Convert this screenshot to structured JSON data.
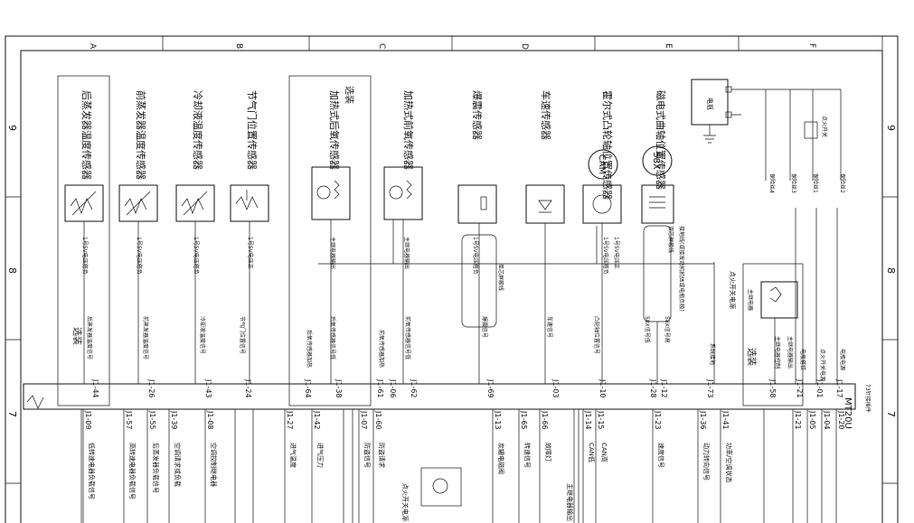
{
  "border": {
    "columns": [
      "A",
      "B",
      "C",
      "D",
      "E",
      "F"
    ],
    "rows": [
      "9",
      "8",
      "7"
    ]
  },
  "sensors": [
    {
      "id": "rear-evap",
      "name": "后蒸发器温度传感器",
      "ground": "1号5V电压搭负",
      "pin": "J1-44",
      "signal": "后蒸发器温度信号"
    },
    {
      "id": "front-evap",
      "name": "前蒸发器温度传感器",
      "ground": "1号5V电压搭负",
      "pin": "J1-26",
      "signal": "前蒸发器温度信号"
    },
    {
      "id": "coolant",
      "name": "冷却液温度传感器",
      "ground": "1号5V电压搭负",
      "pin": "J1-43",
      "signal": "冷却液温度信号"
    },
    {
      "id": "throttle",
      "name": "节气门位置传感器",
      "ground": "1号5V电压正",
      "pin": "J1-24",
      "signal": "节气门位置信号"
    },
    {
      "id": "rear-o2",
      "name": "加热式后氧传感器",
      "ground": "主继电器输出",
      "pin": "J1-38",
      "signal": "后氧传感器信号低",
      "heater": "后氧传感器加热",
      "heater_pin": "J1-64",
      "badge": "选装"
    },
    {
      "id": "front-o2",
      "name": "加热式前氧传感器",
      "ground": "主继电器输出",
      "pin": "J1-62",
      "signal": "前氧传感器信号低",
      "heater": "前氧传感器加热",
      "heater_pin": "J1-61",
      "extra_pin": "J1-06"
    },
    {
      "id": "knock",
      "name": "爆震传感器",
      "ground": "1号5V电压搭负",
      "pin": "J1-69",
      "signal": "爆震信号",
      "shield": "单芯屏蔽线"
    },
    {
      "id": "speed",
      "name": "车速传感器",
      "pin": "J1-03",
      "signal": "车速信号"
    },
    {
      "id": "cam",
      "name": "霍尔式凸轮轴位置传感器",
      "circle": "CAM",
      "ground": "1号5V电压搭负",
      "ground2": "1号5V电压正",
      "pin": "J1-10",
      "signal": "凸轮轴位置信号"
    },
    {
      "id": "crank",
      "name": "磁电式曲轴位置传感器",
      "circle": "58X",
      "pin": "J1-28",
      "pin2": "J1-12",
      "signal": "58X信号低",
      "signal2": "58X信号高",
      "shield": "双芯屏蔽线",
      "note": "接地线(或接发动机机体或电瓶负极)"
    }
  ],
  "main_relay": {
    "label": "主继电器",
    "power": "点火开关电源",
    "pin": "J1-58",
    "signal": "主继电器控制",
    "pin73": "J1-73",
    "system": "系统接地",
    "badge": "选装",
    "out": "主继电器输出"
  },
  "battery": {
    "label": "电瓶"
  },
  "ignition_switch": {
    "label": "点火开关"
  },
  "fuses": [
    "保险丝4",
    "保险丝3",
    "保险丝1",
    "保险丝2"
  ],
  "ecu": {
    "model": "MT20U",
    "connector": "73针接插件",
    "right_pins": [
      "J1-17",
      "J1-01",
      "J1-21"
    ],
    "right_labels": [
      "电瓶电源",
      "点火开关电源",
      "电瓶搭铁"
    ]
  },
  "badges": {
    "rear_evap": "选装"
  },
  "bottom_pins": [
    {
      "pin": "J1-09",
      "label": "低转速电器负载信号"
    },
    {
      "pin": "J1-57",
      "label": "高转速电器负载信号"
    },
    {
      "pin": "J1-55",
      "label": "后蒸发器负载信号"
    },
    {
      "pin": "J1-39",
      "label": "空调请求或负载"
    },
    {
      "pin": "J1-08",
      "label": "空调控制继电器"
    },
    {
      "pin": "J1-27",
      "label": "进气温度"
    },
    {
      "pin": "J1-42",
      "label": "进气压力"
    },
    {
      "pin": "J1-07",
      "label": "防盗信号"
    },
    {
      "pin": "J1-60",
      "label": "防盗请求"
    },
    {
      "pin": "J1-13",
      "label": "炭罐电磁阀"
    },
    {
      "pin": "J1-65",
      "label": "转速信号"
    },
    {
      "pin": "J1-66",
      "label": "故障灯"
    },
    {
      "pin": "J1-14",
      "label": "CAN低"
    },
    {
      "pin": "J1-15",
      "label": "CAN高"
    },
    {
      "pin": "J1-23",
      "label": "速度信号"
    },
    {
      "pin": "J1-36",
      "label": "动力转向信号"
    },
    {
      "pin": "J1-41",
      "label": "功率/空调状态"
    },
    {
      "pin": "J1-21",
      "label": ""
    },
    {
      "pin": "J1-05",
      "label": ""
    },
    {
      "pin": "J1-04",
      "label": ""
    },
    {
      "pin": "J1-20",
      "label": ""
    }
  ],
  "bottom_extra": {
    "ign_power": "点火开关电源",
    "main_relay_out": "主继电器输出"
  }
}
